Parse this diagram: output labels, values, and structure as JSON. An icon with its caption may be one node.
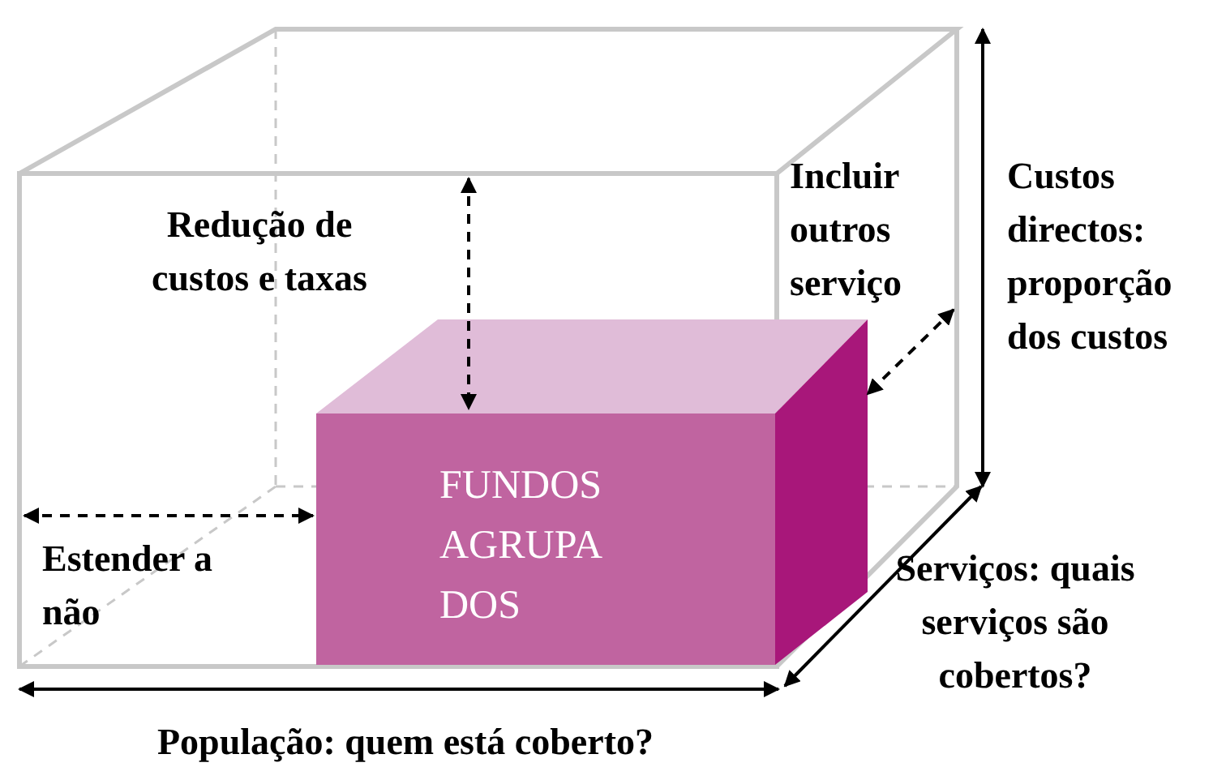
{
  "diagram": {
    "nodes": [
      {
        "text": [
          "FUNDOS AGRUPA DOS"
        ]
      }
    ],
    "labels": [
      "Redução de custos e taxas",
      "Incluir outros serviço",
      "Custos directos: proporção dos custos",
      "Estender a não",
      "Serviços: quais serviços são cobertos?",
      "População: quem está coberto?"
    ]
  }
}
